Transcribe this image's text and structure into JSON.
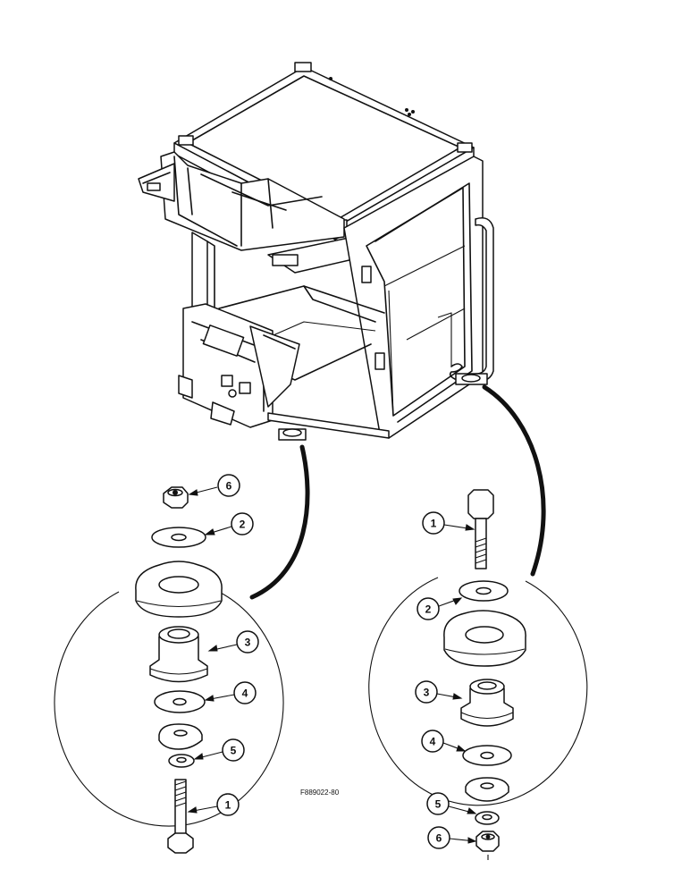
{
  "figure_code": "F889022-80",
  "callouts_left": [
    {
      "id": "left-callout-6",
      "label": "6"
    },
    {
      "id": "left-callout-2",
      "label": "2"
    },
    {
      "id": "left-callout-3",
      "label": "3"
    },
    {
      "id": "left-callout-4",
      "label": "4"
    },
    {
      "id": "left-callout-5",
      "label": "5"
    },
    {
      "id": "left-callout-1",
      "label": "1"
    }
  ],
  "callouts_right": [
    {
      "id": "right-callout-1",
      "label": "1"
    },
    {
      "id": "right-callout-2",
      "label": "2"
    },
    {
      "id": "right-callout-3",
      "label": "3"
    },
    {
      "id": "right-callout-4",
      "label": "4"
    },
    {
      "id": "right-callout-5",
      "label": "5"
    },
    {
      "id": "right-callout-6",
      "label": "6"
    }
  ],
  "colors": {
    "ink": "#111111",
    "paper": "#ffffff"
  }
}
